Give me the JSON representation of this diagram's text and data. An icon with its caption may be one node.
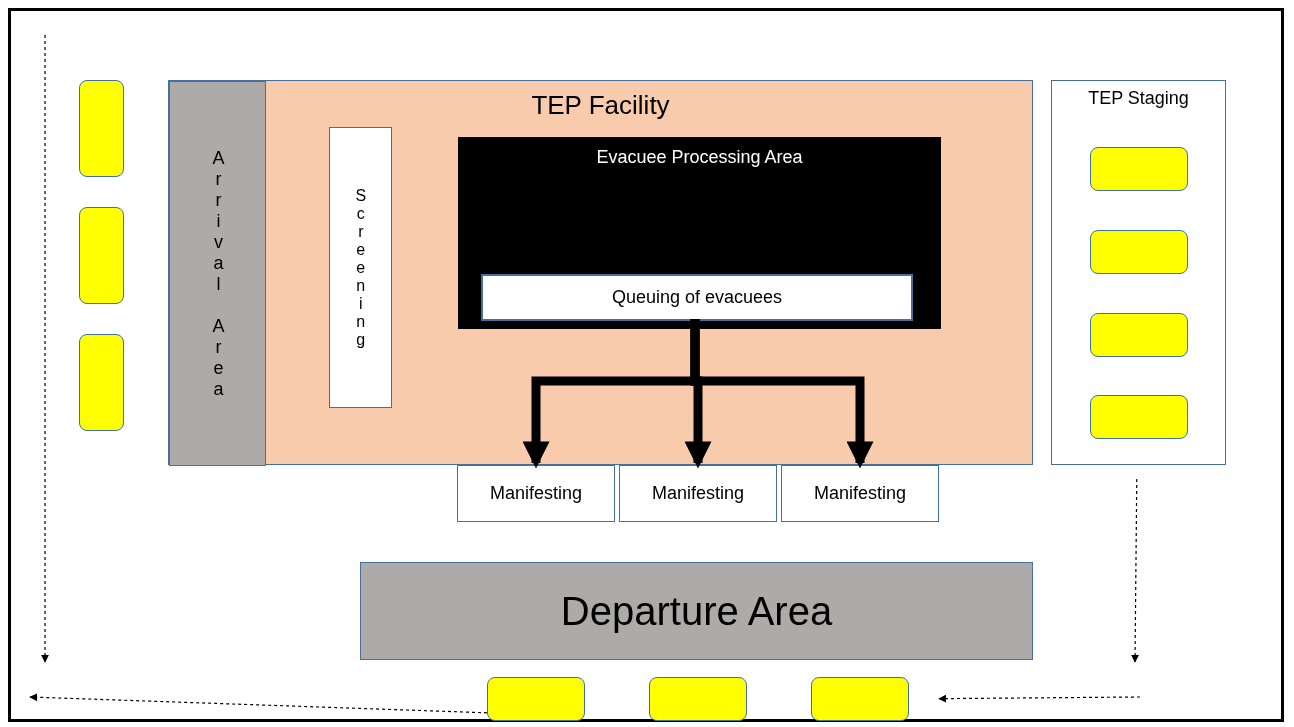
{
  "diagram": {
    "nodes": [
      {
        "text": [
          "TEP Facility"
        ]
      },
      {
        "text": [
          "Arrival Area"
        ],
        "in": 0
      },
      {
        "text": [
          "Screening"
        ],
        "in": 0
      },
      {
        "text": [
          "Evacuee Processing Area"
        ],
        "in": 0
      },
      {
        "text": [
          "Queuing of evacuees"
        ],
        "in": 3
      },
      {
        "text": [
          "Manifesting"
        ]
      },
      {
        "text": [
          "Manifesting"
        ]
      },
      {
        "text": [
          "Manifesting"
        ]
      },
      {
        "text": [
          "TEP Staging"
        ]
      },
      {
        "text": [],
        "shape": "box",
        "in": 8
      },
      {
        "text": [],
        "shape": "box",
        "in": 8
      },
      {
        "text": [],
        "shape": "box",
        "in": 8
      },
      {
        "text": [],
        "shape": "box",
        "in": 8
      },
      {
        "text": [],
        "shape": "box"
      },
      {
        "text": [],
        "shape": "box"
      },
      {
        "text": [],
        "shape": "box"
      },
      {
        "text": [
          "Departure Area"
        ]
      },
      {
        "text": [],
        "shape": "box"
      },
      {
        "text": [],
        "shape": "box"
      },
      {
        "text": [],
        "shape": "box"
      }
    ],
    "edges": [
      {
        "from": 4,
        "to": 5,
        "arrow": "to",
        "style": "thick"
      },
      {
        "from": 4,
        "to": 6,
        "arrow": "to",
        "style": "thick"
      },
      {
        "from": 4,
        "to": 7,
        "arrow": "to",
        "style": "thick"
      },
      {
        "from": 8,
        "to": null,
        "arrow": "to",
        "style": "dashed"
      },
      {
        "from": null,
        "to": 19,
        "arrow": "to",
        "style": "dashed"
      },
      {
        "from": 17,
        "to": null,
        "arrow": "to",
        "style": "dashed"
      }
    ]
  }
}
